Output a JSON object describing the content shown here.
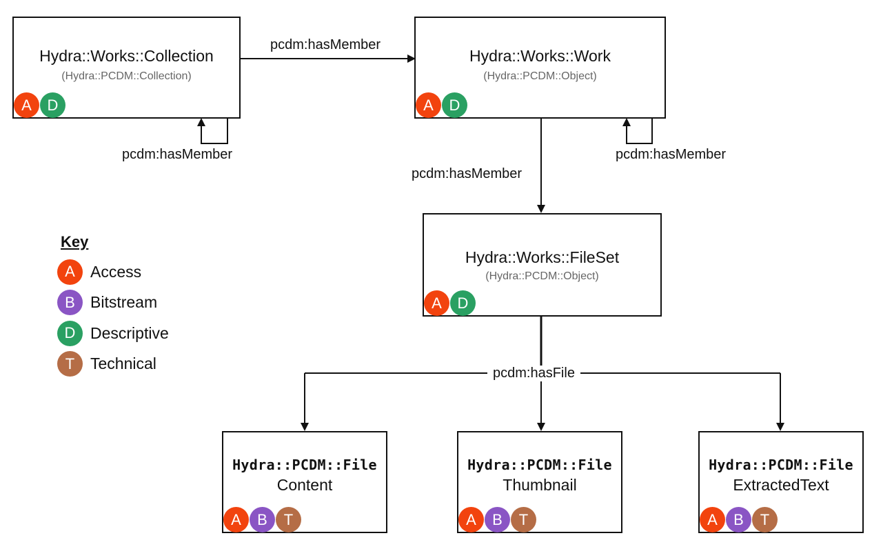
{
  "colors": {
    "access": "#f2430e",
    "bitstream": "#8a55c4",
    "descriptive": "#2aa062",
    "technical": "#b56d46"
  },
  "nodes": {
    "collection": {
      "title": "Hydra::Works::Collection",
      "subtitle": "(Hydra::PCDM::Collection)",
      "badges": [
        "A",
        "D"
      ]
    },
    "work": {
      "title": "Hydra::Works::Work",
      "subtitle": "(Hydra::PCDM::Object)",
      "badges": [
        "A",
        "D"
      ]
    },
    "fileset": {
      "title": "Hydra::Works::FileSet",
      "subtitle": "(Hydra::PCDM::Object)",
      "badges": [
        "A",
        "D"
      ]
    },
    "file_content": {
      "title": "Hydra::PCDM::File",
      "subtitle": "Content",
      "badges": [
        "A",
        "B",
        "T"
      ]
    },
    "file_thumbnail": {
      "title": "Hydra::PCDM::File",
      "subtitle": "Thumbnail",
      "badges": [
        "A",
        "B",
        "T"
      ]
    },
    "file_extracted": {
      "title": "Hydra::PCDM::File",
      "subtitle": "ExtractedText",
      "badges": [
        "A",
        "B",
        "T"
      ]
    }
  },
  "edges": {
    "collection_to_work": "pcdm:hasMember",
    "collection_self": "pcdm:hasMember",
    "work_self": "pcdm:hasMember",
    "work_to_fileset": "pcdm:hasMember",
    "fileset_to_files": "pcdm:hasFile"
  },
  "key": {
    "title": "Key",
    "items": [
      {
        "letter": "A",
        "label": "Access"
      },
      {
        "letter": "B",
        "label": "Bitstream"
      },
      {
        "letter": "D",
        "label": "Descriptive"
      },
      {
        "letter": "T",
        "label": "Technical"
      }
    ]
  }
}
